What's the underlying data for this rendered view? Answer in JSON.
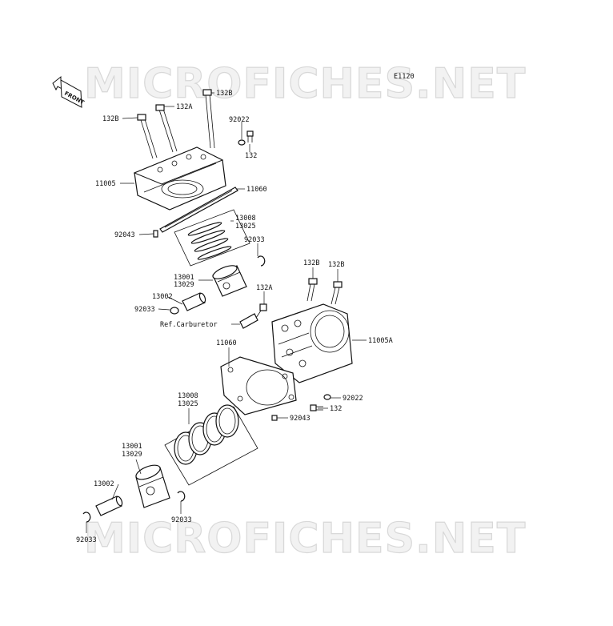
{
  "diagram": {
    "code": "E1120",
    "front_label": "FRONT",
    "watermark_top": "MICROFICHES.NET",
    "watermark_bottom": "MICROFICHES.NET",
    "labels": {
      "l132b_top": "132B",
      "l132a_top": "132A",
      "l132b_left": "132B",
      "l92022_top": "92022",
      "l132_top": "132",
      "l11005": "11005",
      "l11060_top": "11060",
      "l13008_top": "13008",
      "l13025_top": "13025",
      "l92043_top": "92043",
      "l92033_a": "92033",
      "l13001_top": "13001",
      "l13029_top": "13029",
      "l13002_top": "13002",
      "l92033_b": "92033",
      "l132b_r1": "132B",
      "l132b_r2": "132B",
      "l132a_mid": "132A",
      "ref_carb": "Ref.Carburetor",
      "l11005a": "11005A",
      "l11060_bot": "11060",
      "l92022_bot": "92022",
      "l132_bot": "132",
      "l92043_bot": "92043",
      "l13008_bot": "13008",
      "l13025_bot": "13025",
      "l13001_bot": "13001",
      "l13029_bot": "13029",
      "l13002_bot": "13002",
      "l92033_c": "92033",
      "l92033_d": "92033"
    }
  }
}
